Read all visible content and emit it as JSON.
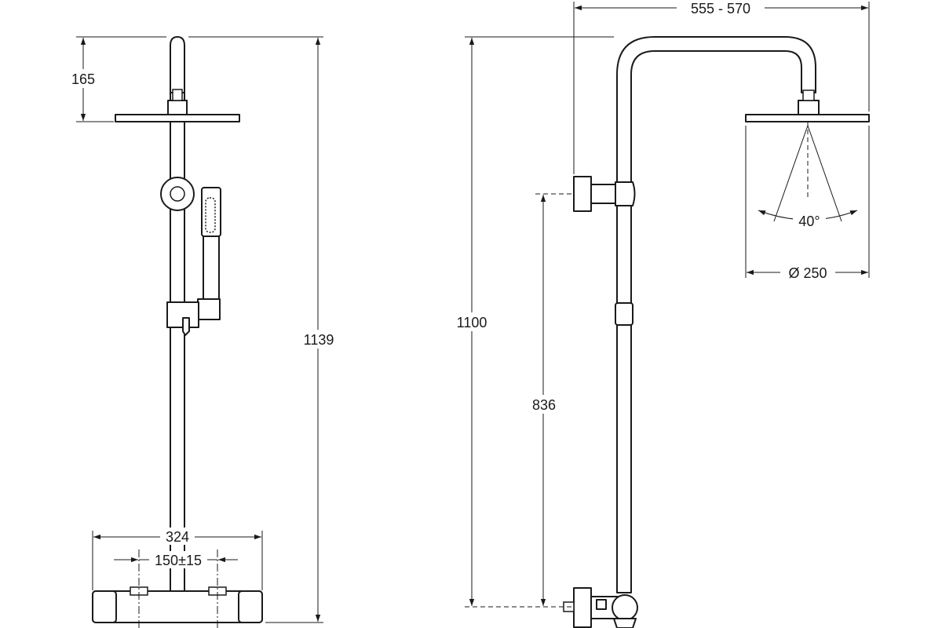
{
  "dimensions": {
    "head_offset_height": "165",
    "total_height_front": "1139",
    "bar_width": "324",
    "inlet_centres": "150±15",
    "total_height_side": "1100",
    "bracket_height": "836",
    "arm_projection": "555 - 570",
    "spray_angle": "40°",
    "head_diameter": "Ø 250"
  },
  "colors": {
    "line": "#1a1a1a",
    "background": "#ffffff"
  }
}
